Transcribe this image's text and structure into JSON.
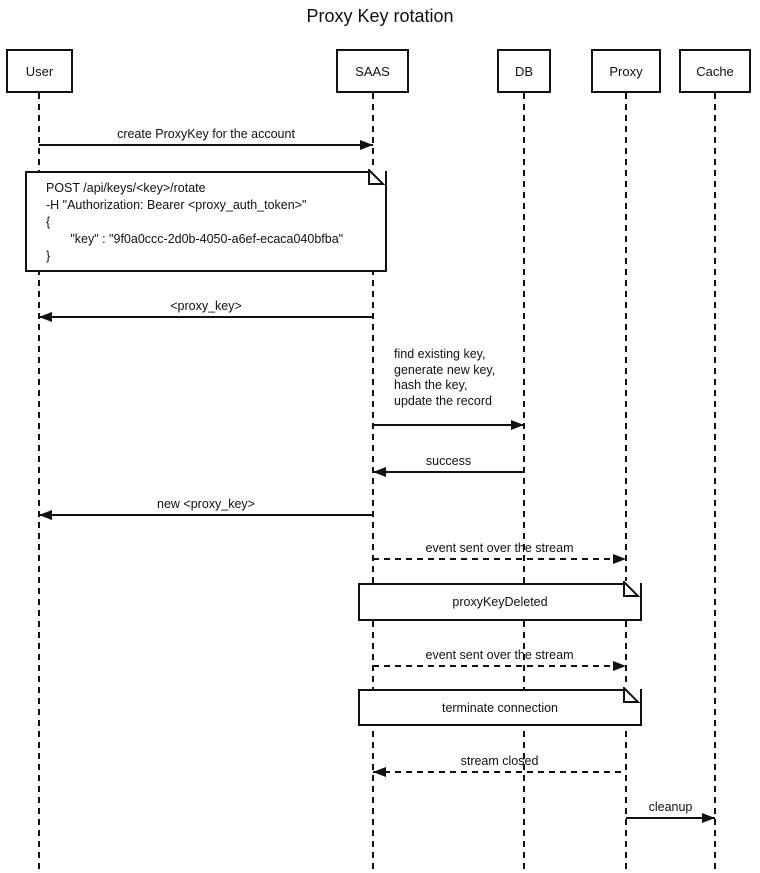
{
  "title": "Proxy Key rotation",
  "diagram_type": "sequence-diagram",
  "colors": {
    "line": "#111111",
    "background": "#ffffff",
    "note_fill": "#ffffff"
  },
  "actors": [
    {
      "id": "user",
      "label": "User"
    },
    {
      "id": "saas",
      "label": "SAAS"
    },
    {
      "id": "db",
      "label": "DB"
    },
    {
      "id": "proxy",
      "label": "Proxy"
    },
    {
      "id": "cache",
      "label": "Cache"
    }
  ],
  "messages": [
    {
      "from": "User",
      "to": "SAAS",
      "style": "solid",
      "label": "create ProxyKey for the account"
    },
    {
      "from": "SAAS",
      "to": "User",
      "style": "solid",
      "label": "<proxy_key>"
    },
    {
      "from": "SAAS",
      "to": "DB",
      "style": "solid",
      "label": [
        "find existing key,",
        "generate new key,",
        "hash the key,",
        "update the record"
      ]
    },
    {
      "from": "DB",
      "to": "SAAS",
      "style": "solid",
      "label": "success"
    },
    {
      "from": "SAAS",
      "to": "User",
      "style": "solid",
      "label": "new <proxy_key>"
    },
    {
      "from": "SAAS",
      "to": "Proxy",
      "style": "dashed",
      "label": "event sent over the stream"
    },
    {
      "from": "SAAS",
      "to": "Proxy",
      "style": "dashed",
      "label": "event sent over the stream"
    },
    {
      "from": "Proxy",
      "to": "SAAS",
      "style": "dashed",
      "label": "stream closed"
    },
    {
      "from": "Proxy",
      "to": "Cache",
      "style": "solid",
      "label": "cleanup"
    }
  ],
  "notes": [
    {
      "over": "User,SAAS",
      "lines": [
        "POST /api/keys/<key>/rotate",
        "-H \"Authorization: Bearer <proxy_auth_token>\"",
        "{",
        "       \"key\" : \"9f0a0ccc-2d0b-4050-a6ef-ecaca040bfba\"",
        "}"
      ]
    },
    {
      "over": "SAAS,Proxy",
      "text": "proxyKeyDeleted"
    },
    {
      "over": "SAAS,Proxy",
      "text": "terminate connection"
    }
  ]
}
